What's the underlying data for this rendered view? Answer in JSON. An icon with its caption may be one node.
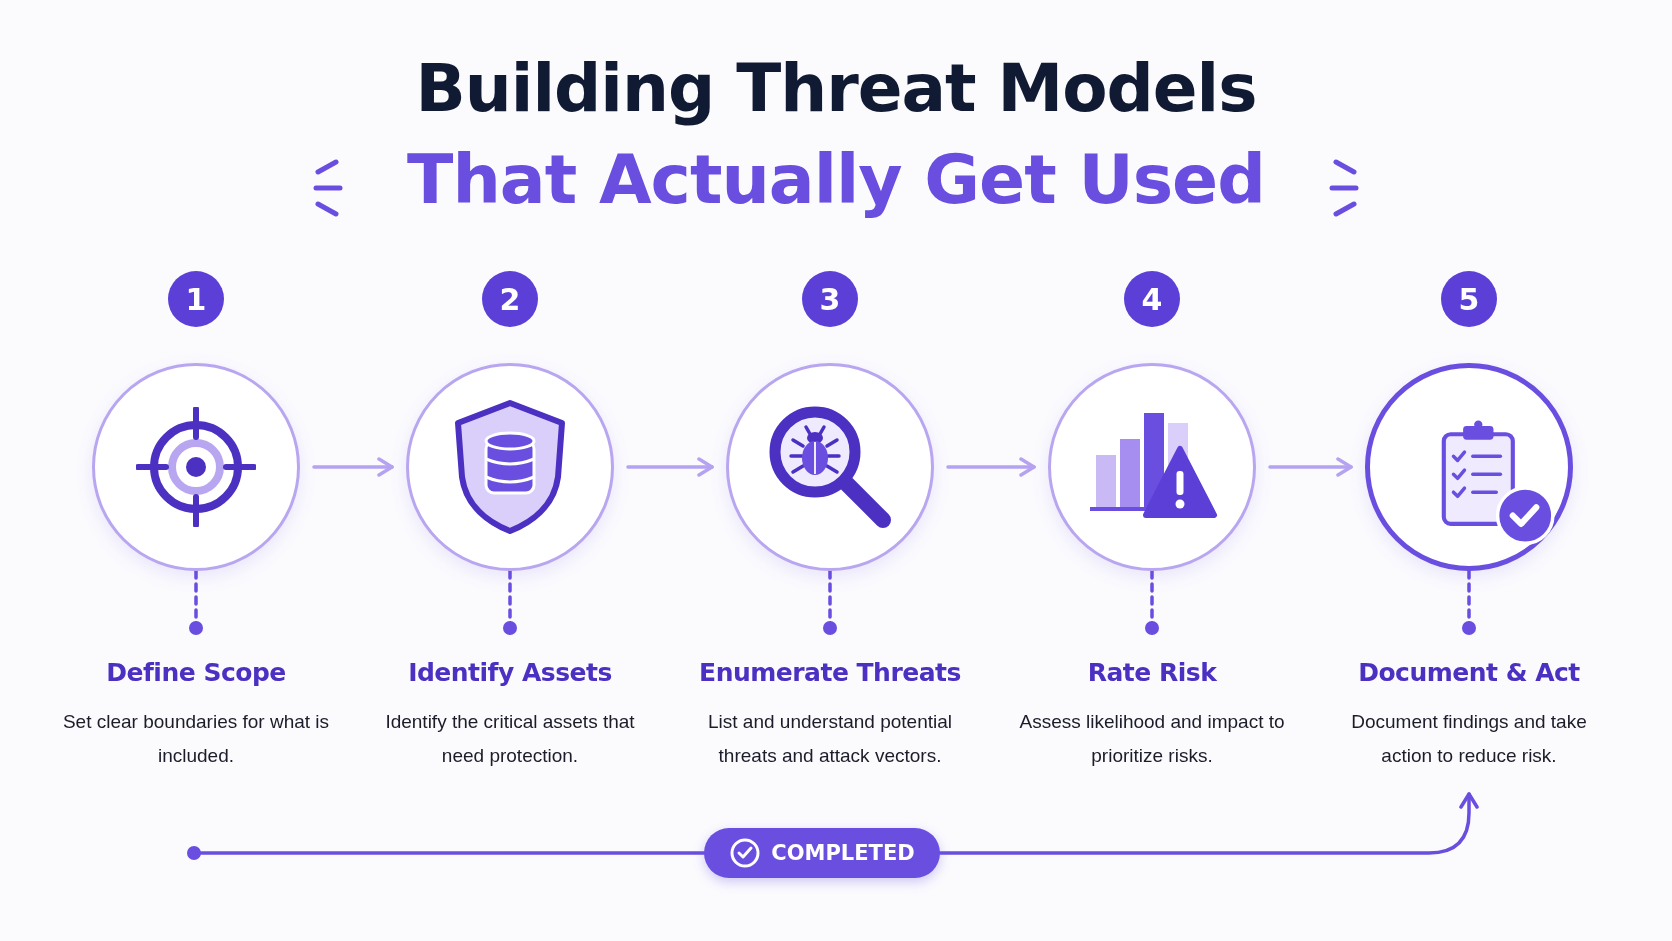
{
  "diagram": {
    "title": "Building Threat Models",
    "nodes": [
      {
        "text": [
          "1"
        ]
      },
      {
        "text": [
          "2"
        ]
      },
      {
        "text": [
          "3"
        ]
      },
      {
        "text": [
          "4"
        ]
      },
      {
        "text": [
          "5"
        ]
      },
      {
        "text": [],
        "shape": "circle"
      },
      {
        "text": [],
        "shape": "circle"
      },
      {
        "text": [],
        "shape": "circle"
      },
      {
        "text": [],
        "shape": "circle"
      },
      {
        "text": [],
        "shape": "circle"
      },
      {
        "text": [
          "Define Scope",
          "Set clear boundaries for what is included."
        ]
      },
      {
        "text": [
          "Identify Assets",
          "Identify the critical assets that need protection."
        ]
      },
      {
        "text": [
          "Enumerate Threats",
          "List and understand potential threats and attack vectors."
        ]
      },
      {
        "text": [
          "Rate Risk",
          "Assess likelihood and impact to prioritize risks."
        ]
      },
      {
        "text": [
          "Document & Act",
          "Document findings and take action to reduce risk."
        ]
      },
      {
        "text": [
          "COMPLETED"
        ]
      }
    ],
    "edges": [
      {
        "from": 5,
        "to": 6,
        "arrow": "to",
        "color": "#b5a3f2"
      },
      {
        "from": 6,
        "to": 7,
        "arrow": "to",
        "color": "#b5a3f2"
      },
      {
        "from": 7,
        "to": 8,
        "arrow": "to",
        "color": "#b5a3f2"
      },
      {
        "from": 8,
        "to": 9,
        "arrow": "to",
        "color": "#b5a3f2"
      },
      {
        "from": 5,
        "to": 10,
        "arrow": "other",
        "style": "dashed"
      },
      {
        "from": 6,
        "to": 11,
        "arrow": "other",
        "style": "dashed"
      },
      {
        "from": 7,
        "to": 12,
        "arrow": "other",
        "style": "dashed"
      },
      {
        "from": 8,
        "to": 13,
        "arrow": "other",
        "style": "dashed"
      },
      {
        "from": 9,
        "to": 14,
        "arrow": "other",
        "style": "dashed"
      },
      {
        "from": null,
        "to": 15,
        "arrow": "other"
      },
      {
        "from": 15,
        "to": 14,
        "arrow": "to"
      }
    ],
    "labels": [
      "That Actually Get Used"
    ]
  }
}
